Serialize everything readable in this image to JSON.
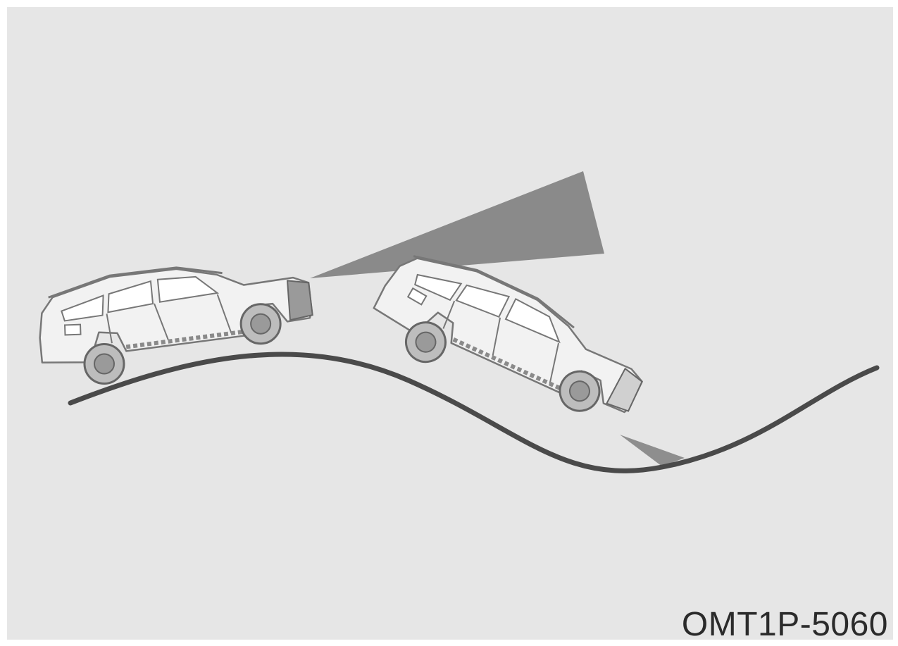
{
  "figure": {
    "code": "OMT1P-5060",
    "colors": {
      "background": "#e6e6e6",
      "road": "#4a4a4a",
      "beam": "#8a8a8a",
      "car_body": "#f2f2f2",
      "car_outline": "#777777",
      "tire": "#9a9a9a"
    },
    "icons": [
      "suv-on-crest-icon",
      "suv-descending-icon",
      "headlight-beam",
      "blind-spot-shade"
    ]
  }
}
